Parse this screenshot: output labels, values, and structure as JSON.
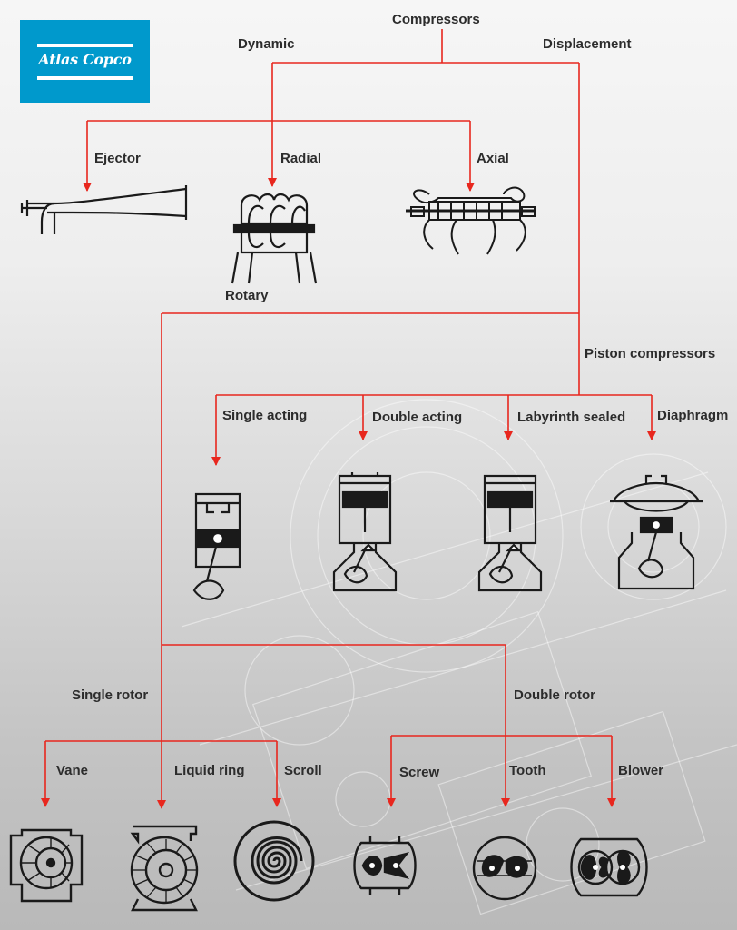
{
  "logo": {
    "text": "Atlas Copco"
  },
  "colors": {
    "line": "#e8271e",
    "icon": "#1a1a1a",
    "logo_bg": "#0099cc"
  },
  "labels": {
    "root": "Compressors",
    "dynamic": "Dynamic",
    "displacement": "Displacement",
    "ejector": "Ejector",
    "radial": "Radial",
    "axial": "Axial",
    "rotary": "Rotary",
    "piston": "Piston compressors",
    "single_acting": "Single acting",
    "double_acting": "Double acting",
    "labyrinth_sealed": "Labyrinth sealed",
    "diaphragm": "Diaphragm",
    "single_rotor": "Single rotor",
    "double_rotor": "Double rotor",
    "vane": "Vane",
    "liquid_ring": "Liquid ring",
    "scroll": "Scroll",
    "screw": "Screw",
    "tooth": "Tooth",
    "blower": "Blower"
  }
}
